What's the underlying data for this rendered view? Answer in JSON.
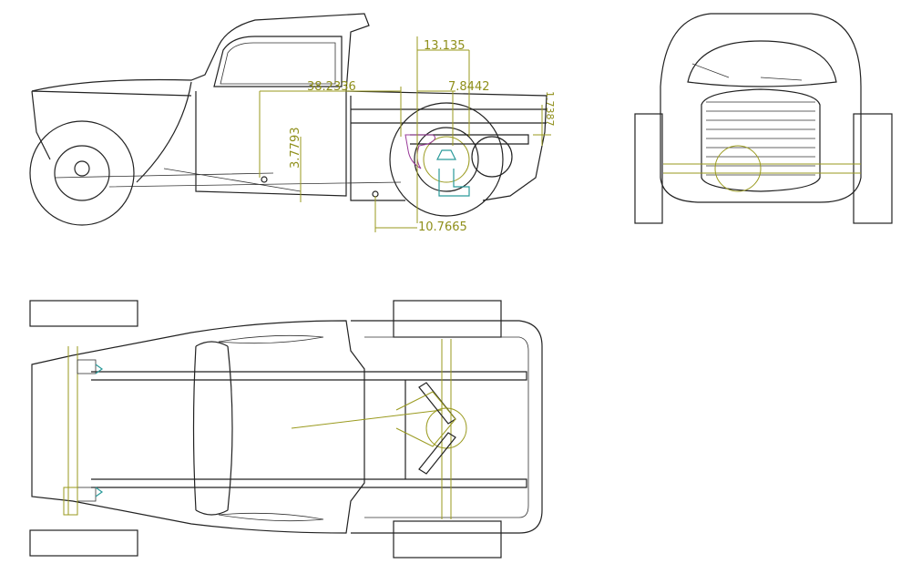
{
  "drawing": {
    "views": [
      "side-view",
      "front-view",
      "top-view"
    ],
    "dimensions": {
      "d1": "38.2336",
      "d2": "13.135",
      "d3": "7.8442",
      "d4": "3.7793",
      "d5": "10.7665",
      "d6": "1.7387"
    },
    "colors": {
      "lines": "#222222",
      "dimensions": "#9a9a1e",
      "suspension": "#9a3c9a",
      "hub": "#2a9a9a"
    }
  }
}
